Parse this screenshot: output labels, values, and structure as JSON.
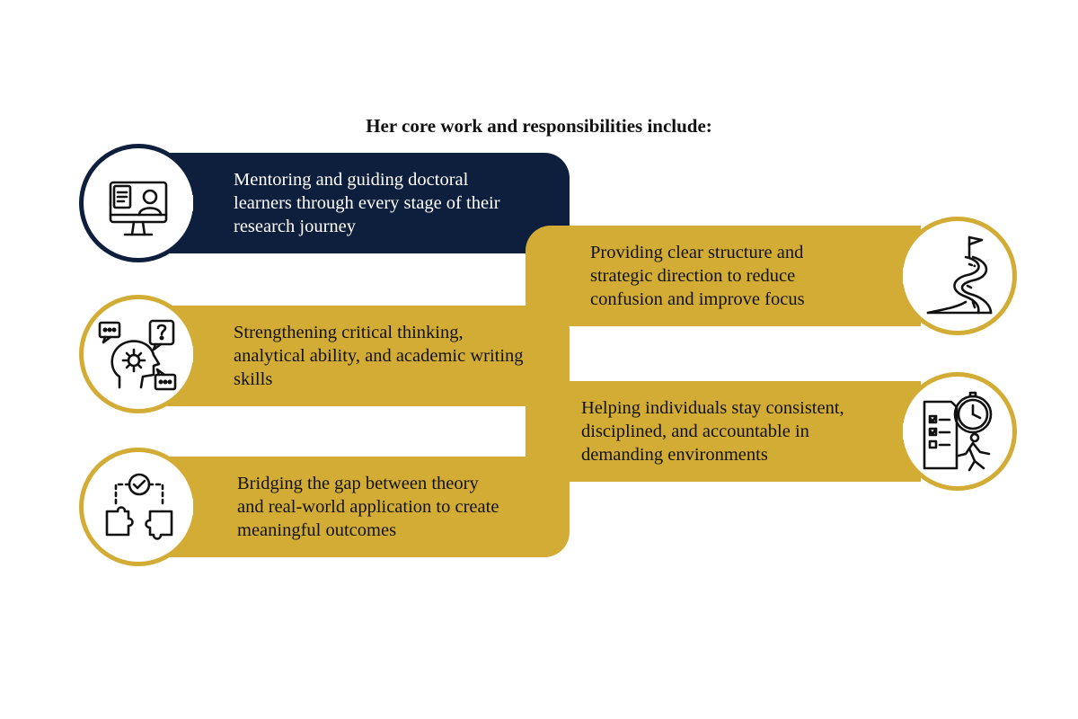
{
  "title": "Her core work and responsibilities include:",
  "colors": {
    "navy": "#0e1f3d",
    "gold": "#d2ac34",
    "text_dark": "#111111",
    "text_light": "#ffffff"
  },
  "items": [
    {
      "text": "Mentoring and guiding doctoral\nlearners through every stage of their\nresearch journey",
      "icon": "computer-video-document-icon"
    },
    {
      "text": "Providing clear structure and\nstrategic direction to reduce\nconfusion and improve focus",
      "icon": "road-to-flag-icon"
    },
    {
      "text": "Strengthening critical thinking,\nanalytical ability, and academic writing\nskills",
      "icon": "head-gear-thinking-icon"
    },
    {
      "text": "Helping individuals stay consistent,\ndisciplined, and accountable in\ndemanding environments",
      "icon": "checklist-clock-runner-icon"
    },
    {
      "text": "Bridging the gap between theory\nand real-world application to create\nmeaningful outcomes",
      "icon": "puzzle-pieces-check-icon"
    }
  ]
}
